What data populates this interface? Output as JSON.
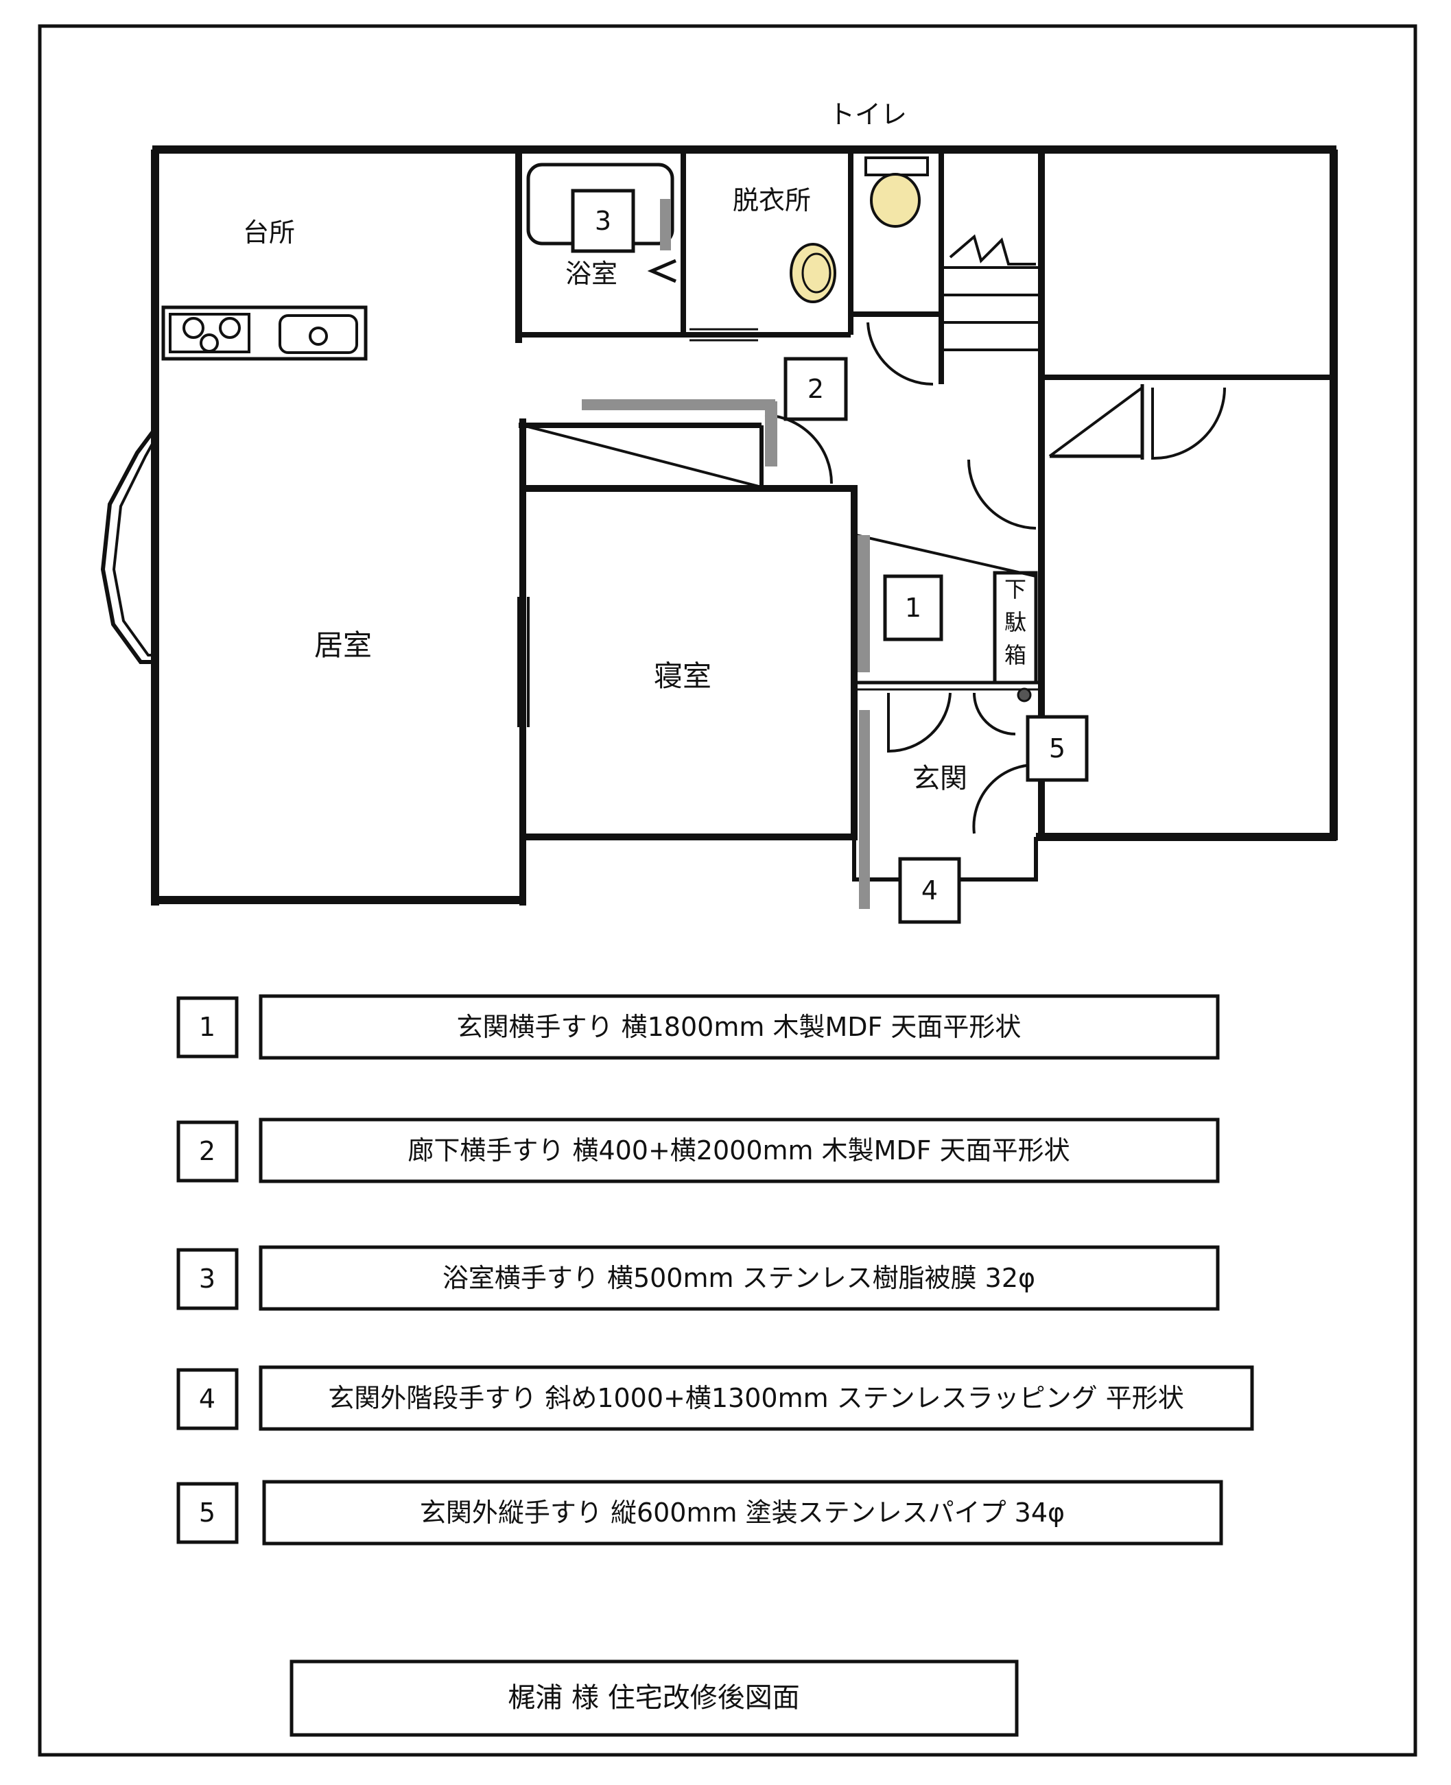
{
  "rooms": {
    "toilet": "トイレ",
    "kitchen": "台所",
    "bath": "浴室",
    "dressing": "脱衣所",
    "living": "居室",
    "bedroom": "寝室",
    "entrance": "玄関",
    "shoe_box_chars": [
      "下",
      "駄",
      "箱"
    ]
  },
  "markers": [
    "1",
    "2",
    "3",
    "4",
    "5"
  ],
  "legend": [
    {
      "num": "1",
      "text": "玄関横手すり  横1800mm  木製MDF  天面平形状"
    },
    {
      "num": "2",
      "text": "廊下横手すり  横400+横2000mm  木製MDF  天面平形状"
    },
    {
      "num": "3",
      "text": "浴室横手すり  横500mm  ステンレス樹脂被膜  32φ"
    },
    {
      "num": "4",
      "text": "玄関外階段手すり  斜め1000+横1300mm  ステンレスラッピング  平形状"
    },
    {
      "num": "5",
      "text": "玄関外縦手すり  縦600mm  塗装ステンレスパイプ  34φ"
    }
  ],
  "footer": {
    "title": "梶浦  様    住宅改修後図面"
  },
  "colors": {
    "wall": "#111111",
    "handrail": "#8f8f8f",
    "fixture": "#f3e6a8"
  }
}
